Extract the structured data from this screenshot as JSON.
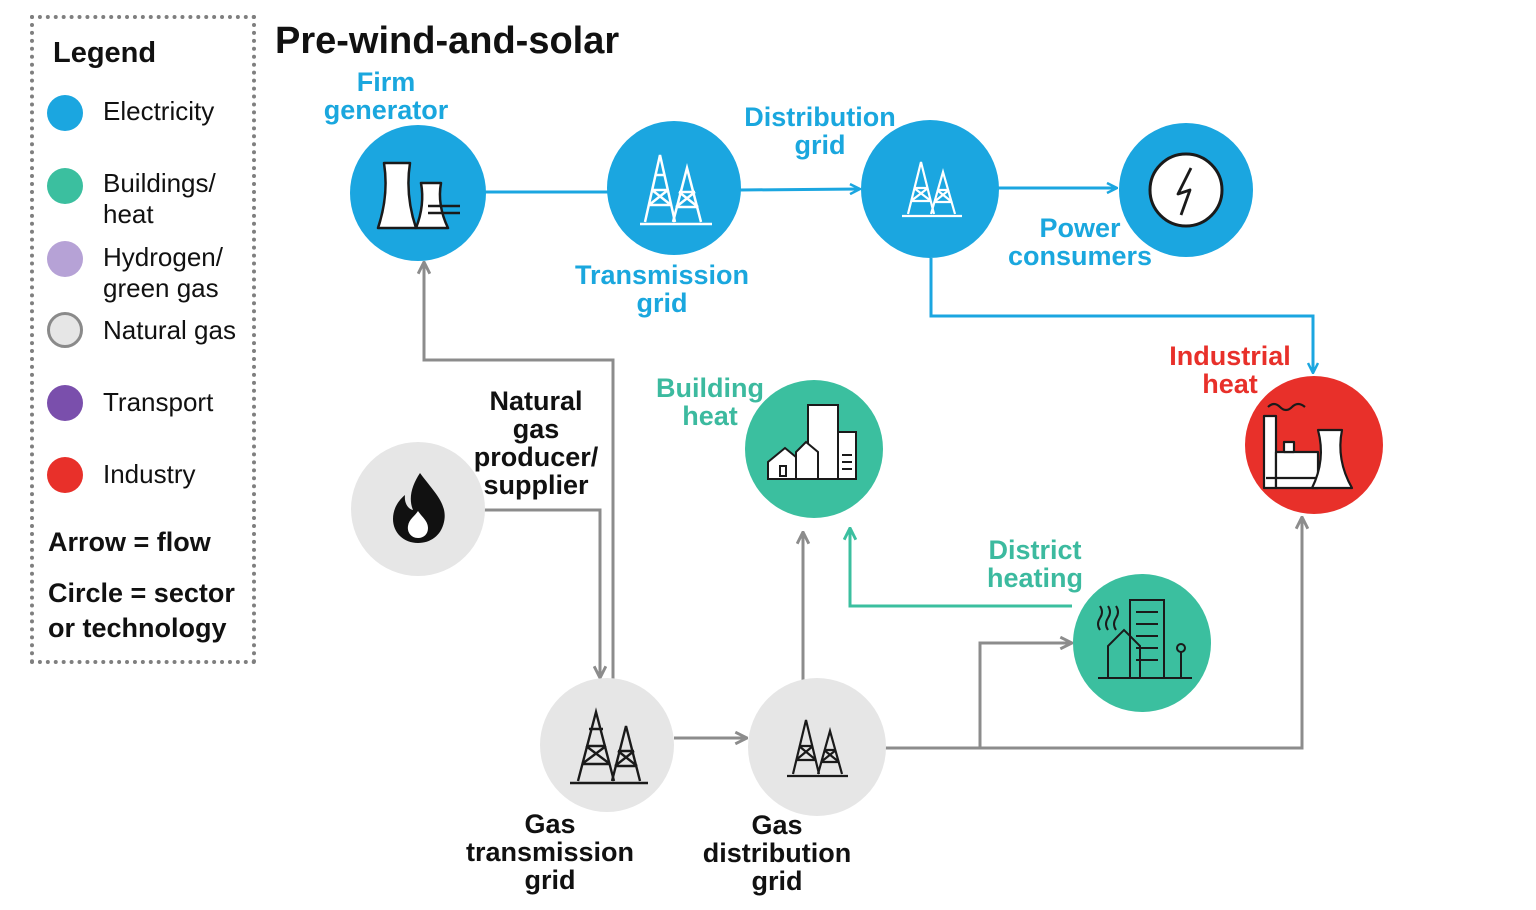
{
  "title": "Pre-wind-and-solar",
  "colors": {
    "electricity": "#1ba6e0",
    "buildings_heat": "#3bbf9f",
    "hydrogen": "#b6a2d6",
    "natural_gas": "#e6e6e6",
    "transport": "#7a4fac",
    "industry": "#e8302a",
    "gas_arrow": "#8c8c8c"
  },
  "legend": {
    "title": "Legend",
    "items": [
      {
        "label": "Electricity",
        "color": "#1ba6e0"
      },
      {
        "label": "Buildings/\nheat",
        "color": "#3bbf9f"
      },
      {
        "label": "Hydrogen/\ngreen gas",
        "color": "#b6a2d6"
      },
      {
        "label": "Natural gas",
        "color": "#e6e6e6"
      },
      {
        "label": "Transport",
        "color": "#7a4fac"
      },
      {
        "label": "Industry",
        "color": "#e8302a"
      }
    ],
    "arrow_note": "Arrow = flow",
    "circle_note": "Circle = sector\nor technology"
  },
  "nodes": {
    "firm_generator": {
      "label": "Firm\ngenerator",
      "icon": "cooling-tower-icon"
    },
    "transmission_grid": {
      "label": "Transmission\ngrid",
      "icon": "pylon-icon"
    },
    "distribution_grid": {
      "label": "Distribution\ngrid",
      "icon": "pylon-icon"
    },
    "power_consumers": {
      "label": "Power\nconsumers",
      "icon": "lightning-bolt-icon"
    },
    "industrial_heat": {
      "label": "Industrial\nheat",
      "icon": "factory-icon"
    },
    "building_heat": {
      "label": "Building\nheat",
      "icon": "buildings-icon"
    },
    "district_heating": {
      "label": "District\nheating",
      "icon": "district-heating-icon"
    },
    "gas_supplier": {
      "label": "Natural\ngas\nproducer/\nsupplier",
      "icon": "flame-icon"
    },
    "gas_transmission_grid": {
      "label": "Gas\ntransmission\ngrid",
      "icon": "pylon-icon"
    },
    "gas_distribution_grid": {
      "label": "Gas\ndistribution\ngrid",
      "icon": "pylon-icon"
    }
  }
}
